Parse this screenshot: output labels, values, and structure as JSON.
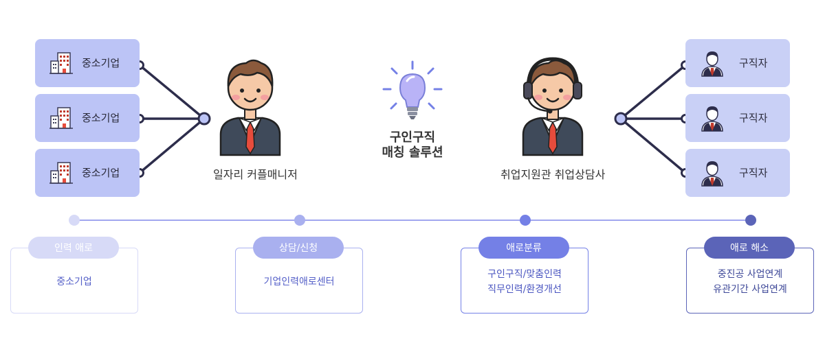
{
  "companies": [
    {
      "label": "중소기업"
    },
    {
      "label": "중소기업"
    },
    {
      "label": "중소기업"
    }
  ],
  "seekers": [
    {
      "label": "구직자"
    },
    {
      "label": "구직자"
    },
    {
      "label": "구직자"
    }
  ],
  "left_person": {
    "label": "일자리 커플매니저"
  },
  "right_person": {
    "label": "취업지원관 취업상담사"
  },
  "center": {
    "line1": "구인구직",
    "line2": "매칭 솔루션"
  },
  "steps": [
    {
      "title": "인력 애로",
      "lines": [
        "중소기업"
      ]
    },
    {
      "title": "상담/신청",
      "lines": [
        "기업인력애로센터"
      ]
    },
    {
      "title": "애로분류",
      "lines": [
        "구인구직/맞춤인력",
        "직무인력/환경개선"
      ]
    },
    {
      "title": "애로 해소",
      "lines": [
        "중진공 사업연계",
        "유관기간 사업연계"
      ]
    }
  ],
  "colors": {
    "step1": "#d7daf7",
    "step2": "#a9b0ef",
    "step3": "#7480e6",
    "step4": "#5b64b8",
    "connector": "#2d2d4b",
    "timeline": "#a0a6ef"
  }
}
